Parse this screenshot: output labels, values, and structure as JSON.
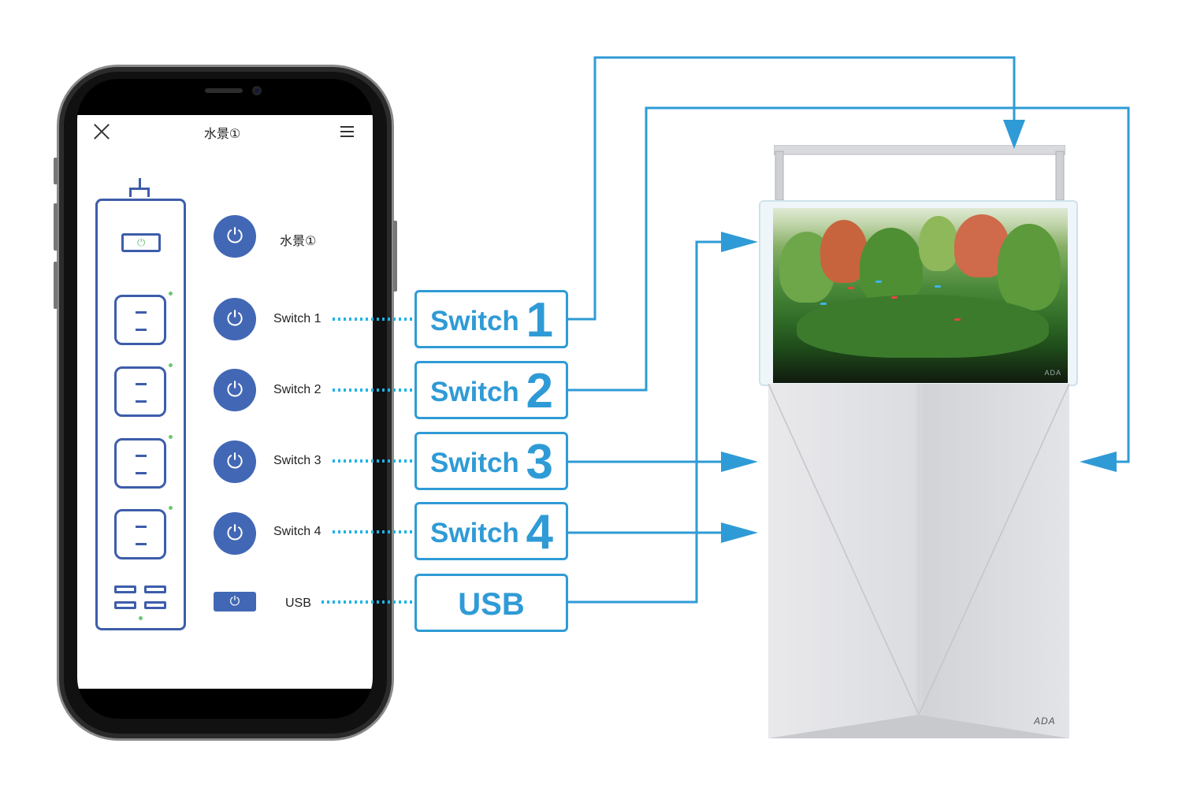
{
  "app": {
    "title": "水景①",
    "icons": [
      "close-icon",
      "menu-icon",
      "power-icon"
    ]
  },
  "strip": {
    "outlets": 4,
    "usb_ports": 4
  },
  "rows": [
    {
      "label": "水景①"
    },
    {
      "label": "Switch 1"
    },
    {
      "label": "Switch 2"
    },
    {
      "label": "Switch 3"
    },
    {
      "label": "Switch 4"
    },
    {
      "label": "USB"
    }
  ],
  "callouts": [
    {
      "label": "Switch",
      "number": "1"
    },
    {
      "label": "Switch",
      "number": "2"
    },
    {
      "label": "Switch",
      "number": "3"
    },
    {
      "label": "Switch",
      "number": "4"
    },
    {
      "label": "USB",
      "number": ""
    }
  ],
  "aquarium": {
    "brand_mark": "ADA"
  },
  "colors": {
    "app_blue": "#4267b5",
    "callout_blue": "#2f9bd6",
    "dotted_line": "#1fb3e6",
    "led_green": "#6cc76e"
  }
}
